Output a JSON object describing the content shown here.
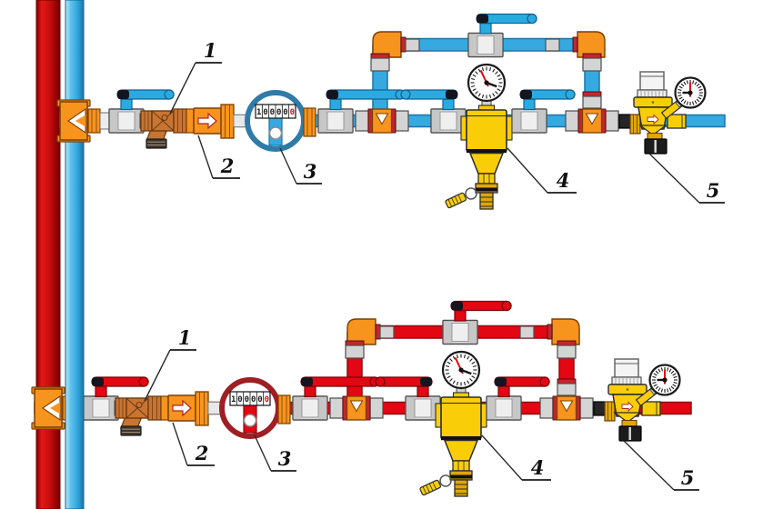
{
  "diagram": {
    "background": "#FFFFFF",
    "callout_labels": [
      "1",
      "2",
      "3",
      "4",
      "5"
    ],
    "water_meter": {
      "register_digits": "100000"
    },
    "assemblies": [
      {
        "id": "cold-water-assembly",
        "line": "cold"
      },
      {
        "id": "hot-water-assembly",
        "line": "hot"
      }
    ],
    "risers": [
      {
        "id": "hot-water-riser",
        "line": "hot"
      },
      {
        "id": "cold-water-riser",
        "line": "cold"
      }
    ],
    "colors": {
      "cold_pipe": "#36A9E1",
      "cold_pipe_edge": "#1B75A5",
      "hot_pipe": "#E30613",
      "hot_pipe_edge": "#8E0B0F",
      "cold_handle": "#29ABE2",
      "cold_handle_edge": "#14618F",
      "hot_handle": "#E30613",
      "hot_handle_edge": "#7A0408",
      "orange_fitting": "#F7941E",
      "orange_edge": "#7B3F00",
      "union_ring": "#C1272D",
      "valve_gray": "#D9D9D9",
      "valve_gray_edge": "#4D4D4D",
      "bronze": "#C87533",
      "bronze_edge": "#6E3B0F",
      "brass_gold": "#F9CE09",
      "brass_edge": "#2B2B2B",
      "brass_dark": "#DFA708",
      "reducer_cap": "#F4F4F4",
      "drain_black": "#1C1C1C",
      "needle_red": "#E30613",
      "meter_ring_cold": "#2F7BA8",
      "meter_ring_hot": "#9E1F24",
      "meter_digit_ink": "#1A1A1A",
      "meter_last_digit": "#E30613",
      "leader_ink": "#2B2B2B"
    }
  }
}
